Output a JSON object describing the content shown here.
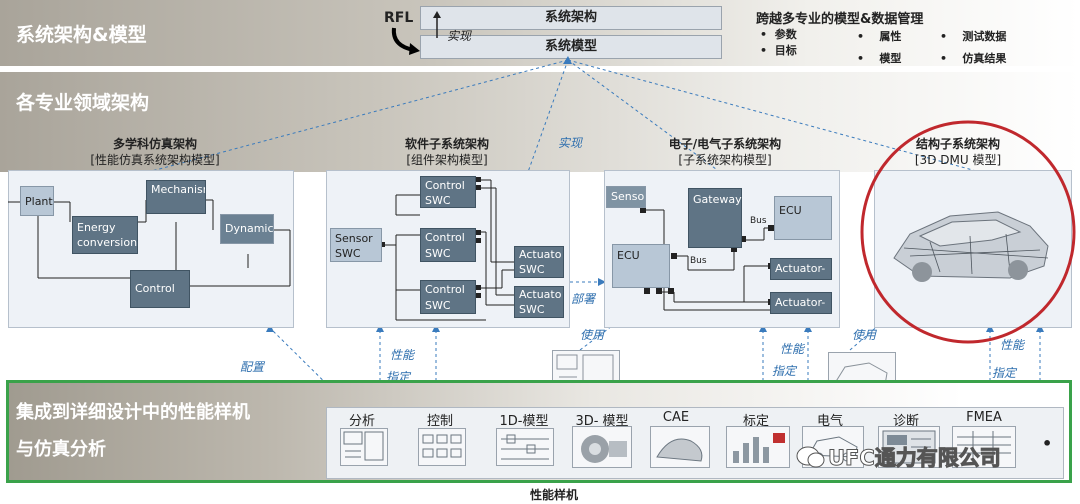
{
  "top": {
    "title": "系统架构&模型",
    "rfl": "RFL",
    "implement": "实现",
    "box1": "系统架构",
    "box2": "系统模型",
    "mgmt_title": "跨越多专业的模型&数据管理",
    "mgmt_items": [
      "参数",
      "目标",
      "属性",
      "模型",
      "测试数据",
      "仿真结果"
    ]
  },
  "mid": {
    "title": "各专业领域架构",
    "implement": "实现"
  },
  "panels": {
    "multi": {
      "title": "多学科仿真架构",
      "subtitle": "[性能仿真系统架构模型]",
      "blocks": [
        "Plant",
        "Mechanism",
        "Energy conversion",
        "Dynamic",
        "Control"
      ]
    },
    "software": {
      "title": "软件子系统架构",
      "subtitle": "[组件架构模型]",
      "blocks": [
        "Control SWC",
        "Control SWC",
        "Control SWC",
        "Sensor SWC",
        "Actuato SWC",
        "Actuato SWC"
      ]
    },
    "ee": {
      "title": "电子/电气子系统架构",
      "subtitle": "[子系统架构模型]",
      "blocks": [
        "Sensor",
        "Gateway",
        "ECU",
        "ECU",
        "Actuator-L",
        "Actuator-R"
      ],
      "bus": "Bus",
      "deploy": "部署"
    },
    "struct": {
      "title": "结构子系统架构",
      "subtitle": "[3D DMU 模型]"
    }
  },
  "links": {
    "config": "配置",
    "perf1": "性能",
    "assign1": "指定",
    "use1": "使用",
    "perf2": "性能",
    "assign2": "指定",
    "use2": "使用",
    "perf3": "性能",
    "assign3": "指定"
  },
  "bottom": {
    "title_line1": "集成到详细设计中的性能样机",
    "title_line2": "与仿真分析",
    "tools": [
      "分析",
      "控制",
      "1D-模型",
      "3D- 模型",
      "CAE",
      "标定",
      "电气",
      "诊断",
      "FMEA"
    ],
    "watermark": "UFC通力有限公司",
    "caption": "性能样机"
  },
  "colors": {
    "accent_green": "#3aa24a",
    "circle_red": "#c0282d",
    "link_blue": "#2f6fae"
  }
}
